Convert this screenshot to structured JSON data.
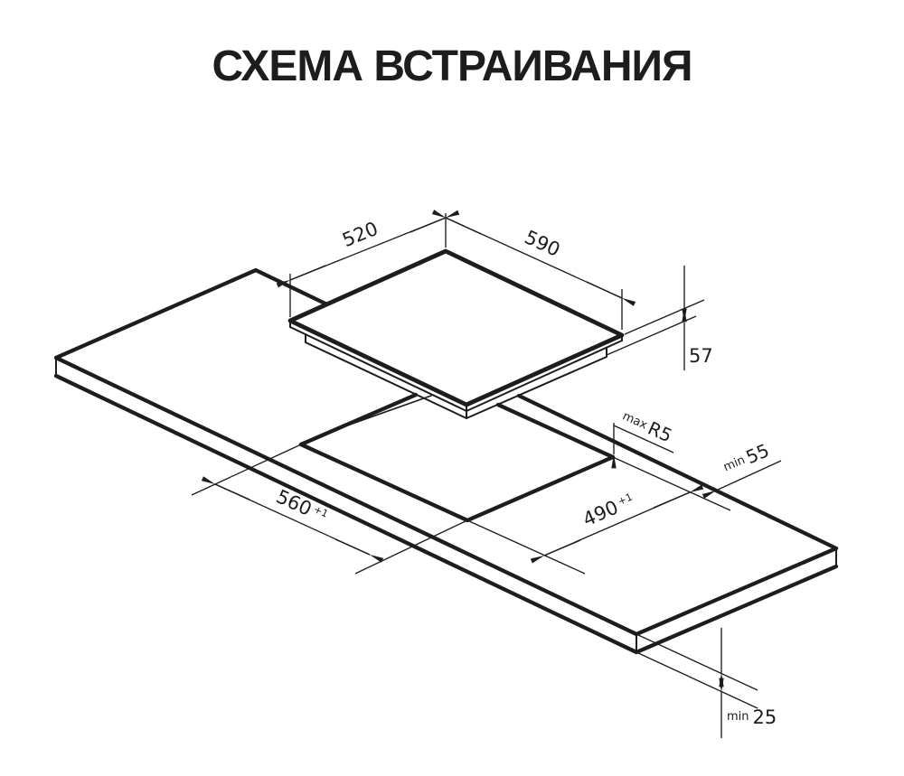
{
  "title": "СХЕМА ВСТРАИВАНИЯ",
  "colors": {
    "ink": "#1d1d1d",
    "background": "#ffffff"
  },
  "dims": {
    "hob_depth": {
      "value": "520"
    },
    "hob_width": {
      "value": "590"
    },
    "hob_height": {
      "value": "57"
    },
    "corner_radius": {
      "prefix": "max",
      "value": "R5"
    },
    "rear_clearance": {
      "prefix": "min",
      "value": "55"
    },
    "cutout_width": {
      "value": "560",
      "tolerance": "+1"
    },
    "cutout_depth": {
      "value": "490",
      "tolerance": "+1"
    },
    "worktop_thickness": {
      "prefix": "min",
      "value": "25"
    }
  }
}
